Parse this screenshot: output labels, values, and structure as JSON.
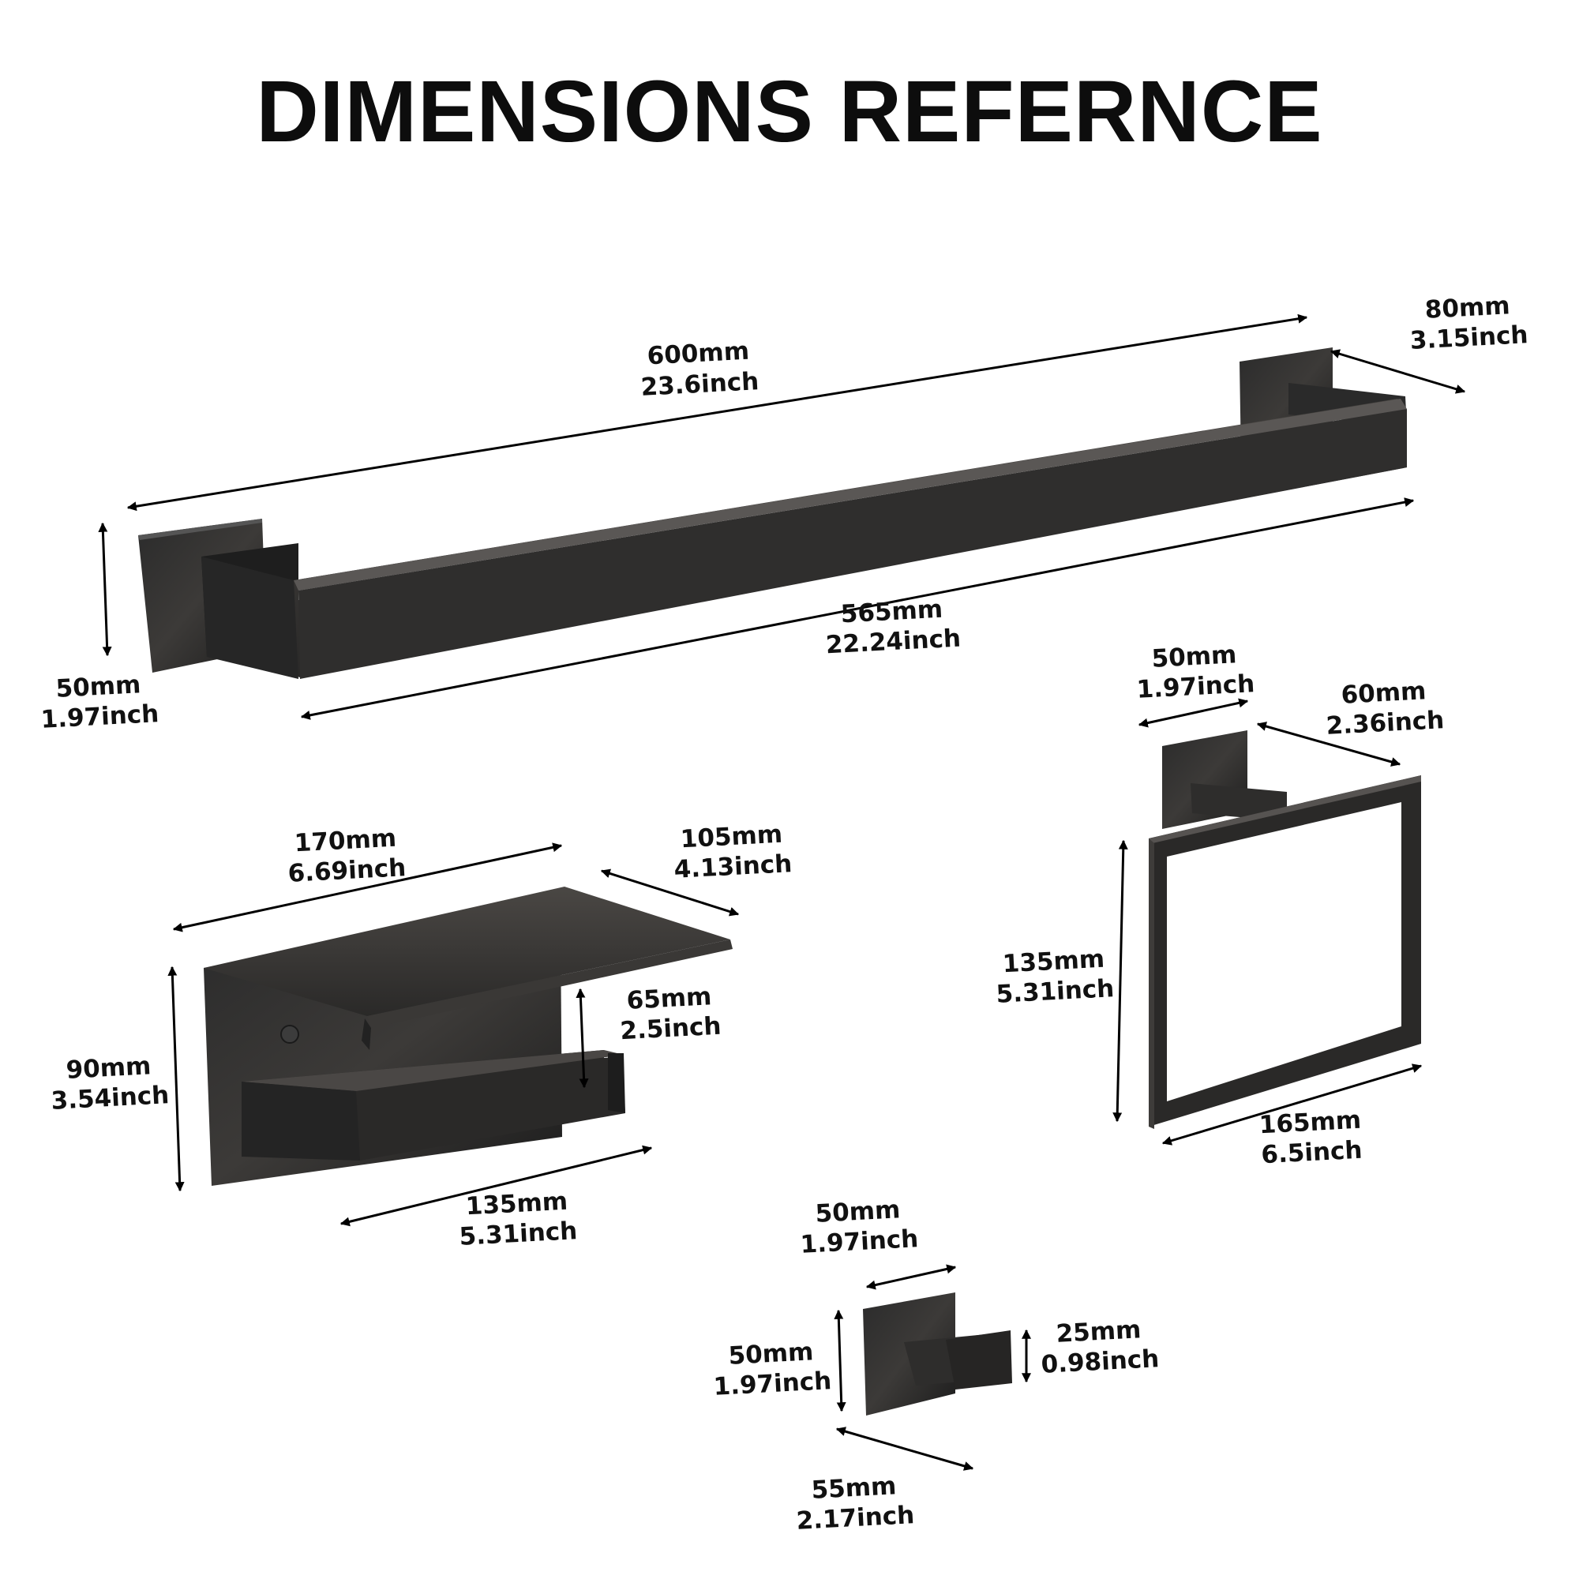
{
  "title": "DIMENSIONS REFERNCE",
  "products": {
    "towel_bar": {
      "overall_length": {
        "mm": "600mm",
        "inch": "23.6inch"
      },
      "bar_length": {
        "mm": "565mm",
        "inch": "22.24inch"
      },
      "projection": {
        "mm": "80mm",
        "inch": "3.15inch"
      },
      "base_height": {
        "mm": "50mm",
        "inch": "1.97inch"
      }
    },
    "paper_holder": {
      "width": {
        "mm": "170mm",
        "inch": "6.69inch"
      },
      "depth": {
        "mm": "105mm",
        "inch": "4.13inch"
      },
      "height": {
        "mm": "90mm",
        "inch": "3.54inch"
      },
      "gap": {
        "mm": "65mm",
        "inch": "2.5inch"
      },
      "arm_length": {
        "mm": "135mm",
        "inch": "5.31inch"
      }
    },
    "towel_ring": {
      "base_width": {
        "mm": "50mm",
        "inch": "1.97inch"
      },
      "projection": {
        "mm": "60mm",
        "inch": "2.36inch"
      },
      "height": {
        "mm": "135mm",
        "inch": "5.31inch"
      },
      "width": {
        "mm": "165mm",
        "inch": "6.5inch"
      }
    },
    "robe_hook": {
      "base_width": {
        "mm": "50mm",
        "inch": "1.97inch"
      },
      "base_height": {
        "mm": "50mm",
        "inch": "1.97inch"
      },
      "hook_height": {
        "mm": "25mm",
        "inch": "0.98inch"
      },
      "depth": {
        "mm": "55mm",
        "inch": "2.17inch"
      }
    }
  }
}
